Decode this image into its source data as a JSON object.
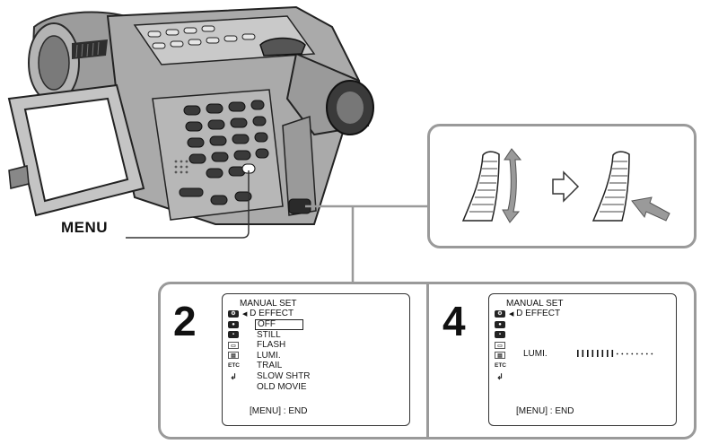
{
  "callout_label": "MENU",
  "steps": [
    {
      "number": "2",
      "title": "MANUAL SET",
      "subtitle": "D EFFECT",
      "options": [
        "OFF",
        "STILL",
        "FLASH",
        "LUMI.",
        "TRAIL",
        "SLOW SHTR",
        "OLD MOVIE"
      ],
      "selected_option": "OFF",
      "footer": "[MENU] : END"
    },
    {
      "number": "4",
      "title": "MANUAL SET",
      "subtitle": "D EFFECT",
      "setting_label": "LUMI.",
      "setting_level": 0.5,
      "footer": "[MENU] : END"
    }
  ],
  "osd_icons": [
    "camera-set-icon",
    "camera-icon",
    "memory-icon",
    "tape-icon",
    "setup-icon",
    "etc-icon",
    "return-icon"
  ],
  "osd_icon_etc_text": "ETC",
  "colors": {
    "panel_border": "#9a9a9a",
    "camera_body": "#a8a8a8",
    "camera_dark": "#3a3a3a"
  }
}
